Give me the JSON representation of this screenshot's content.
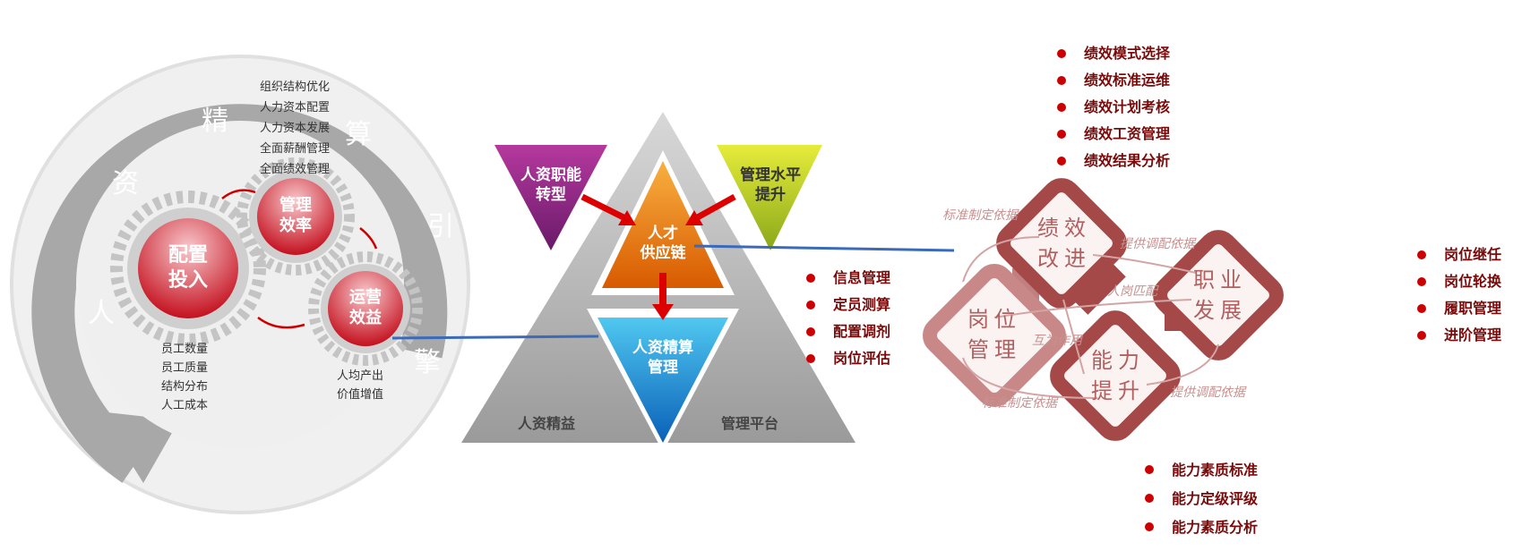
{
  "left_cycle": {
    "ring_chars": [
      "人",
      "资",
      "精",
      "算",
      "引",
      "擎"
    ],
    "gears": [
      {
        "label": [
          "配置",
          "投入"
        ]
      },
      {
        "label": [
          "管理",
          "效率"
        ]
      },
      {
        "label": [
          "运营",
          "效益"
        ]
      }
    ],
    "top_list": [
      "组织结构优化",
      "人力资本配置",
      "人力资本发展",
      "全面薪酬管理",
      "全面绩效管理"
    ],
    "bottom_left_list": [
      "员工数量",
      "员工质量",
      "结构分布",
      "人工成本"
    ],
    "bottom_right_list": [
      "人均产出",
      "价值增值"
    ]
  },
  "pyramid": {
    "purple": [
      "人资职能",
      "转型"
    ],
    "green": [
      "管理水平",
      "提升"
    ],
    "orange": [
      "人才",
      "供应链"
    ],
    "blue": [
      "人资精算",
      "管理"
    ],
    "base_left": "人资精益",
    "base_right": "管理平台"
  },
  "right": {
    "diamonds": {
      "post": [
        "岗位",
        "管理"
      ],
      "perf": [
        "绩效",
        "改进"
      ],
      "career": [
        "职业",
        "发展"
      ],
      "ability": [
        "能力",
        "提升"
      ]
    },
    "relations": {
      "r1": "标准制定依据",
      "r2": "提供调配依据",
      "r3": "人岗匹配",
      "r4": "互为作用",
      "r5": "标准制定依据",
      "r6": "提供调配依据"
    },
    "perf_list": [
      "绩效模式选择",
      "绩效标准运维",
      "绩效计划考核",
      "绩效工资管理",
      "绩效结果分析"
    ],
    "post_list": [
      "信息管理",
      "定员测算",
      "配置调剂",
      "岗位评估"
    ],
    "career_list": [
      "岗位继任",
      "岗位轮换",
      "履职管理",
      "进阶管理"
    ],
    "ability_list": [
      "能力素质标准",
      "能力定级评级",
      "能力素质分析"
    ]
  }
}
